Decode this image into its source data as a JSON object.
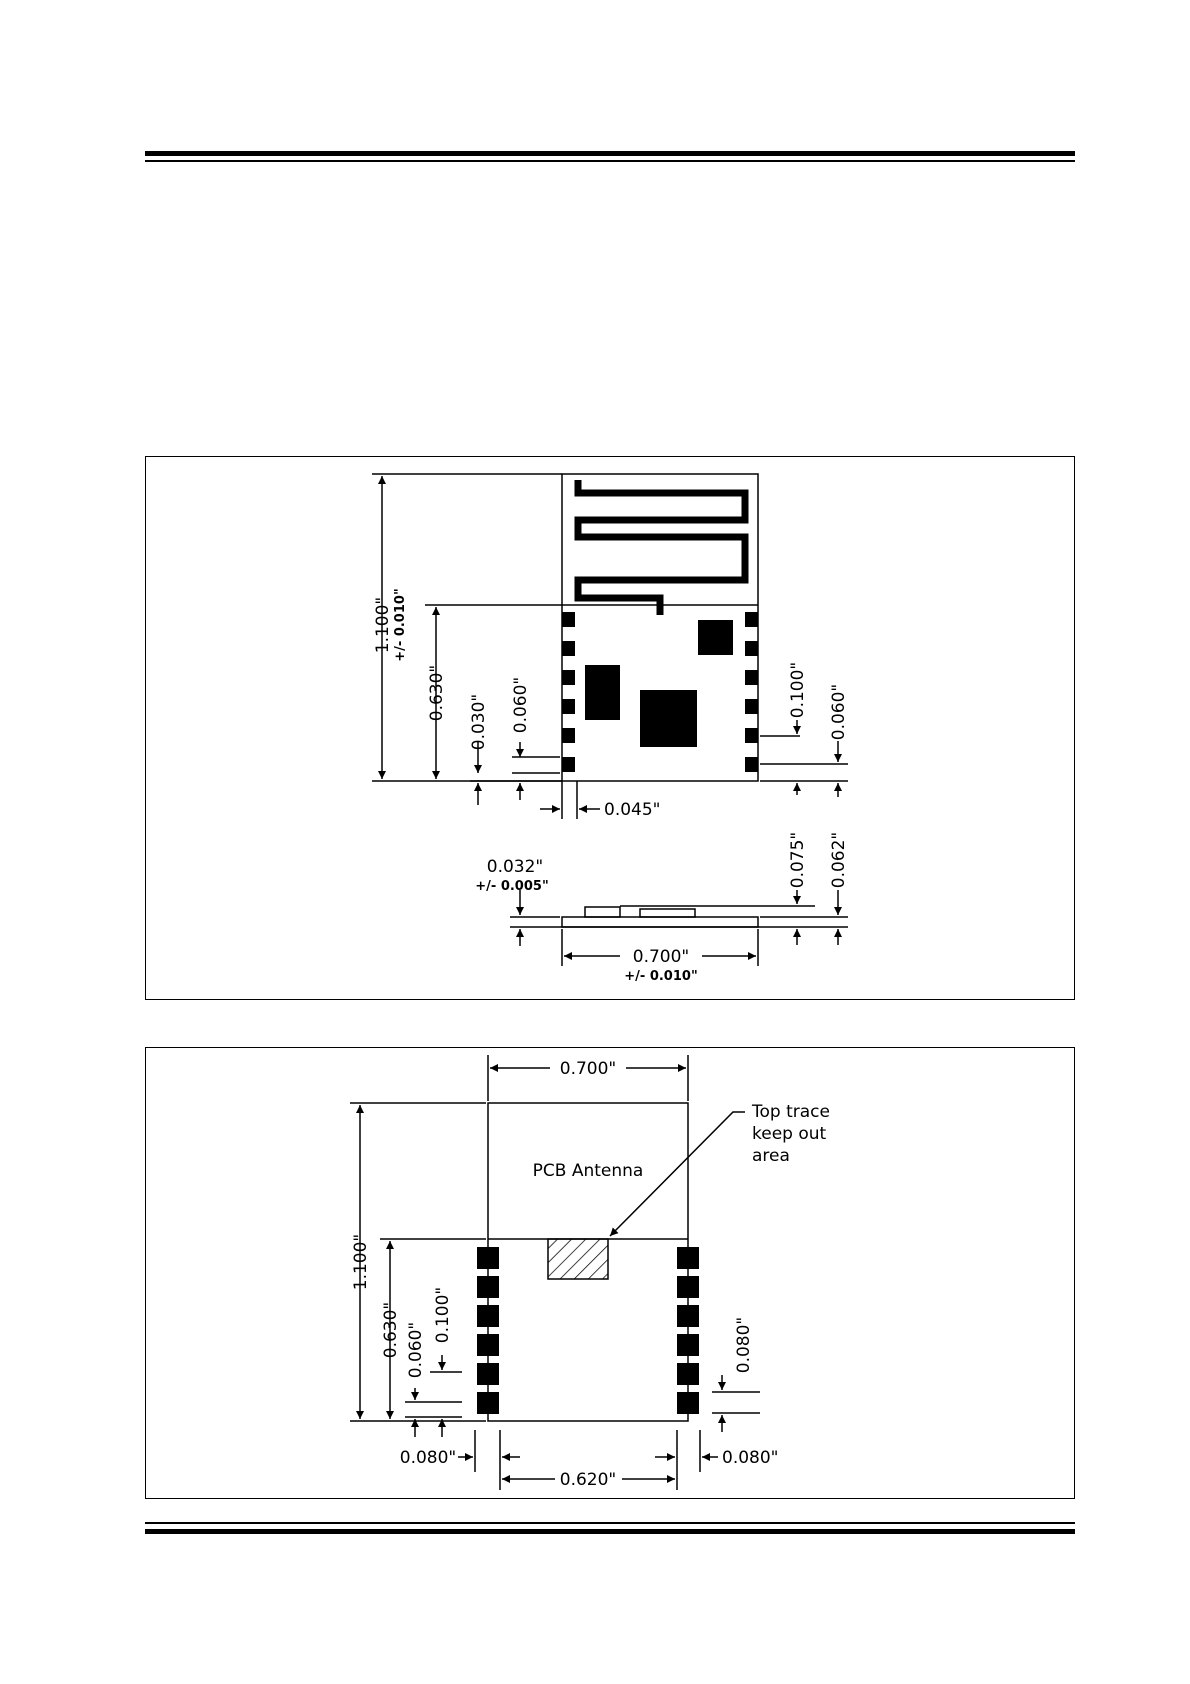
{
  "figure1": {
    "dim_height": "1.100\"",
    "dim_height_tol": "+/- 0.010\"",
    "dim_body": "0.630\"",
    "dim_pad_offset": "0.030\"",
    "dim_pad_len_left": "0.060\"",
    "dim_pitch": "0.100\"",
    "dim_pad_len_right": "0.060\"",
    "dim_edge": "0.045\"",
    "dim_pcb_thick": "0.032\"",
    "dim_pcb_tol": "+/- 0.005\"",
    "dim_comp_height": "0.075\"",
    "dim_total_height": "0.062\"",
    "dim_width": "0.700\"",
    "dim_width_tol": "+/- 0.010\""
  },
  "figure2": {
    "dim_width": "0.700\"",
    "callout_line1": "Top trace",
    "callout_line2": "keep out",
    "callout_line3": "area",
    "antenna_label": "PCB Antenna",
    "dim_height": "1.100\"",
    "dim_body": "0.630\"",
    "dim_pad_len": "0.060\"",
    "dim_pitch": "0.100\"",
    "dim_pad_right": "0.080\"",
    "dim_pad_w_left": "0.080\"",
    "dim_inner": "0.620\"",
    "dim_pad_w_right": "0.080\""
  }
}
